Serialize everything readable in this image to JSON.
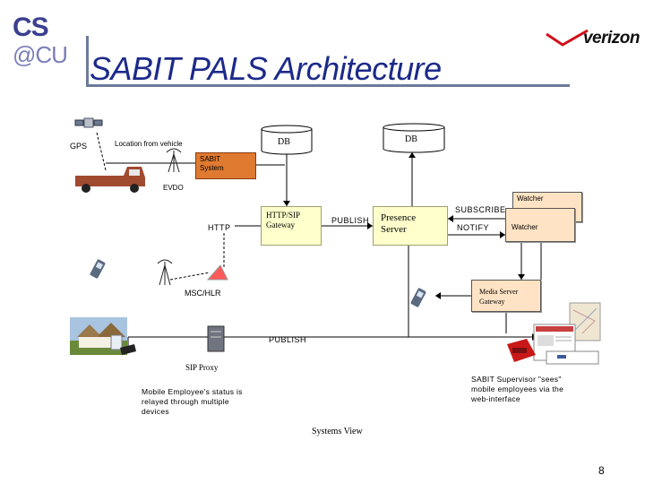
{
  "header": {
    "logo_cs": "CS",
    "logo_cu": "@CU",
    "title": "SABIT PALS Architecture",
    "brand": "verizon"
  },
  "diagram": {
    "gps": "GPS",
    "location_from_vehicle": "Location from vehicle",
    "db_left": "DB",
    "db_right": "DB",
    "sabit_system_line1": "SABIT",
    "sabit_system_line2": "System",
    "evdo": "EVDO",
    "http": "HTTP",
    "http_gateway_line1": "HTTP/SIP",
    "http_gateway_line2": "Gateway",
    "publish_top": "PUBLISH",
    "presence_line1": "Presence",
    "presence_line2": "Server",
    "subscribe": "SUBSCRIBE",
    "notify": "NOTIFY",
    "watcher_1": "Watcher",
    "watcher_2": "Watcher",
    "media_gateway_line1": "Media Server",
    "media_gateway_line2": "Gateway",
    "msc_hlr": "MSC/HLR",
    "publish_bottom": "PUBLISH",
    "sip_proxy": "SIP Proxy",
    "supervisor_caption": [
      "SABIT Supervisor \"sees\"",
      "mobile employees via the",
      "web-interface"
    ],
    "employee_caption": [
      "Mobile Employee's status is",
      "relayed through multiple",
      "devices"
    ],
    "systems_view": "Systems View"
  },
  "footer": {
    "page_number": "8"
  },
  "colors": {
    "title": "#1c2a8a",
    "sabit_system": "#e07a30",
    "gateway": "#ffffcc",
    "watcher": "#ffe3c4",
    "truck": "#a04a30"
  }
}
